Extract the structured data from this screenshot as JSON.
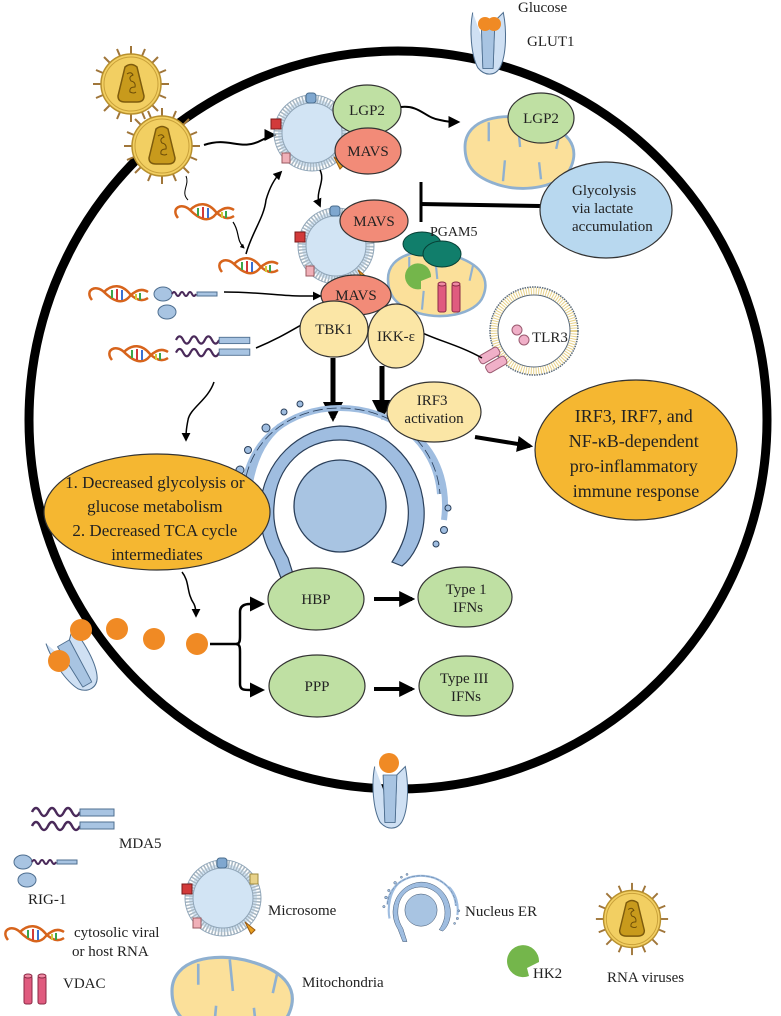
{
  "title": "RNA virus sensing and glucose metabolism in innate immune signaling",
  "colors": {
    "orange_node": "#f5b731",
    "green_node": "#bfe0a3",
    "red_node": "#f28b78",
    "yellow_node": "#fbe6a6",
    "blue_node": "#b8d8ef",
    "teal": "#117e6b",
    "hk2": "#74b64b",
    "vdac": "#e05b7f",
    "glucose": "#f08a24",
    "membrane": "#000000"
  },
  "labels": {
    "glucose": "Glucose",
    "glut1": "GLUT1",
    "lgp2_a": "LGP2",
    "lgp2_b": "LGP2",
    "mavs_a": "MAVS",
    "mavs_b": "MAVS",
    "mavs_c": "MAVS",
    "pgam5": "PGAM5",
    "glycolysis_lactate": [
      "Glycolysis",
      "via lactate",
      "accumulation"
    ],
    "tbk1": "TBK1",
    "ikke": "IKK-ε",
    "tlr3": "TLR3",
    "irf3_activation": [
      "IRF3",
      "activation"
    ],
    "immune_response": [
      "IRF3, IRF7, and",
      "NF-κB-dependent",
      "pro-inflammatory",
      "immune response"
    ],
    "decreased": [
      "1. Decreased glycolysis or",
      "glucose metabolism",
      "2. Decreased TCA cycle",
      "intermediates"
    ],
    "hbp": "HBP",
    "ppp": "PPP",
    "type1": [
      "Type 1",
      "IFNs"
    ],
    "type3": [
      "Type III",
      "IFNs"
    ]
  },
  "legend": {
    "mda5": "MDA5",
    "rig1": "RIG-1",
    "rna": [
      "cytosolic viral",
      "or host RNA"
    ],
    "vdac": "VDAC",
    "microsome": "Microsome",
    "mitochondria": "Mitochondria",
    "nucleus_er": "Nucleus ER",
    "hk2": "HK2",
    "rna_viruses": "RNA viruses"
  }
}
